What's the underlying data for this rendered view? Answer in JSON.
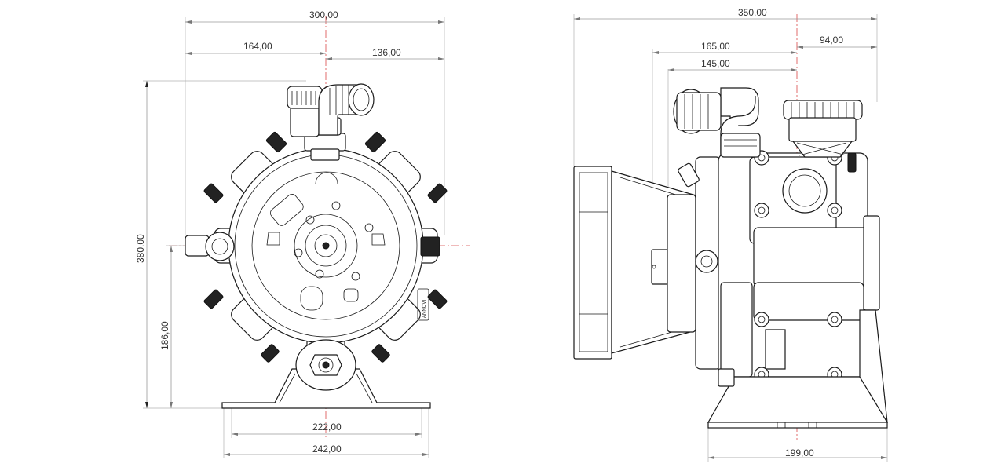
{
  "front_view": {
    "dims": {
      "overall_width": "300,00",
      "left_offset": "164,00",
      "right_offset": "136,00",
      "overall_height": "380,00",
      "axis_height": "186,00",
      "base_inner": "222,00",
      "base_outer": "242,00"
    }
  },
  "side_view": {
    "dims": {
      "overall_length": "350,00",
      "left_offset_a": "165,00",
      "left_offset_b": "145,00",
      "right_offset": "94,00",
      "base_length": "199,00"
    }
  },
  "colors": {
    "centerline": "#d94848",
    "dimension": "#9a9a9a",
    "outline": "#1a1a1a"
  }
}
